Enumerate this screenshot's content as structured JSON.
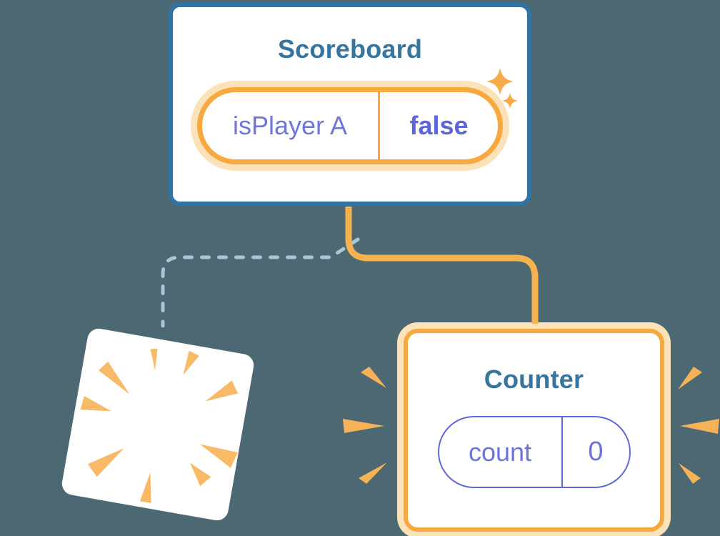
{
  "diagram": {
    "background_color": "#4C6872",
    "scoreboard": {
      "title": "Scoreboard",
      "state": {
        "label": "isPlayer A",
        "value": "false"
      }
    },
    "counter": {
      "title": "Counter",
      "state": {
        "label": "count",
        "value": "0"
      }
    },
    "icons": {
      "sparkles": "sparkles-icon",
      "poof": "poof-burst-icon",
      "emphasis_left": "emphasis-burst-left-icon",
      "emphasis_right": "emphasis-burst-right-icon"
    },
    "colors": {
      "card_border_blue": "#2F74A6",
      "title_teal": "#36759E",
      "accent_orange": "#F7A940",
      "accent_orange_light": "#FBE2B8",
      "connector_orange": "#F7B24F",
      "burst_orange": "#F7B258",
      "state_purple": "#6E76DC",
      "state_purple_bold": "#5C66D9",
      "count_purple": "#5F68D8",
      "dashed_connector_blue": "#A9C6D8"
    }
  }
}
